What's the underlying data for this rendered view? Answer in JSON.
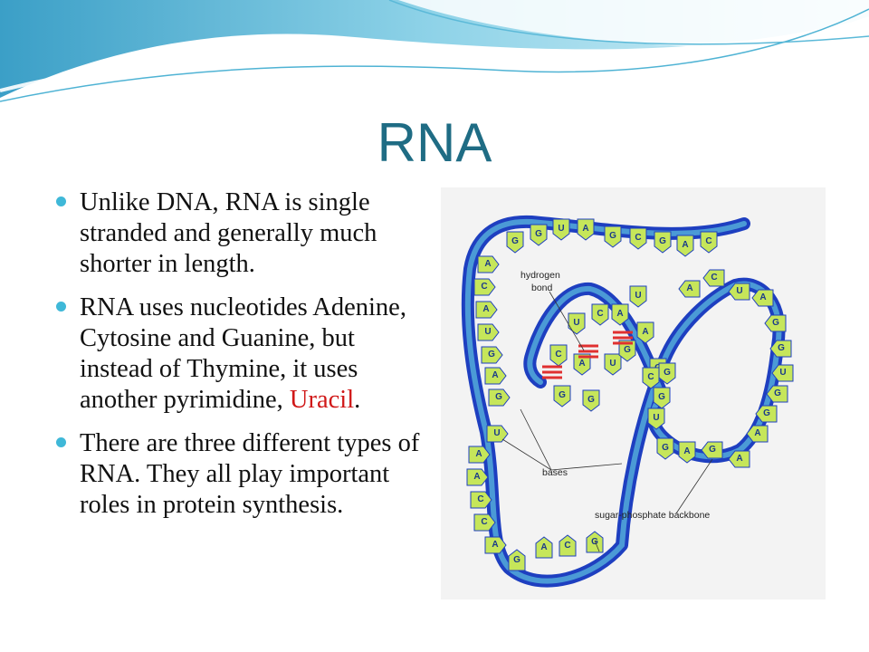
{
  "slide": {
    "title": "RNA",
    "bullets": [
      {
        "text": "Unlike DNA, RNA is single stranded and generally much shorter in length."
      },
      {
        "text_before": "RNA uses nucleotides Adenine, Cytosine and Guanine, but instead of Thymine, it uses another pyrimidine, ",
        "highlight": "Uracil",
        "text_after": "."
      },
      {
        "text": "There are three different types of RNA.  They all play important roles in protein synthesis."
      }
    ],
    "colors": {
      "title": "#1f6c84",
      "bullet": "#3fb8d8",
      "highlight": "#d01818",
      "strand_blue": "#1e3fc0",
      "strand_light": "#4b9ad6",
      "base_fill": "#c6e65a",
      "hbond": "#e03030"
    }
  },
  "figure": {
    "labels": {
      "hydrogen_bond": [
        "hydrogen",
        "bond"
      ],
      "bases": "bases",
      "backbone": "sugar-phosphate backbone"
    },
    "base_letters": {
      "top_row": [
        "G",
        "G",
        "U",
        "A",
        "G",
        "C",
        "G",
        "A",
        "C"
      ],
      "left_column": [
        "A",
        "C",
        "A",
        "U",
        "G",
        "A",
        "G"
      ],
      "helix": [
        "C",
        "G",
        "U",
        "A",
        "G",
        "C",
        "U",
        "A",
        "G",
        "U",
        "A",
        "G"
      ],
      "right_column": [
        "A",
        "C",
        "U",
        "A",
        "G",
        "G",
        "U",
        "G",
        "G",
        "A",
        "A",
        "G"
      ],
      "bottom_right": [
        "G",
        "A",
        "U",
        "G",
        "G",
        "C"
      ],
      "bottom_left": [
        "U",
        "A",
        "A",
        "C",
        "C",
        "A",
        "G",
        "A",
        "C",
        "G"
      ]
    }
  }
}
